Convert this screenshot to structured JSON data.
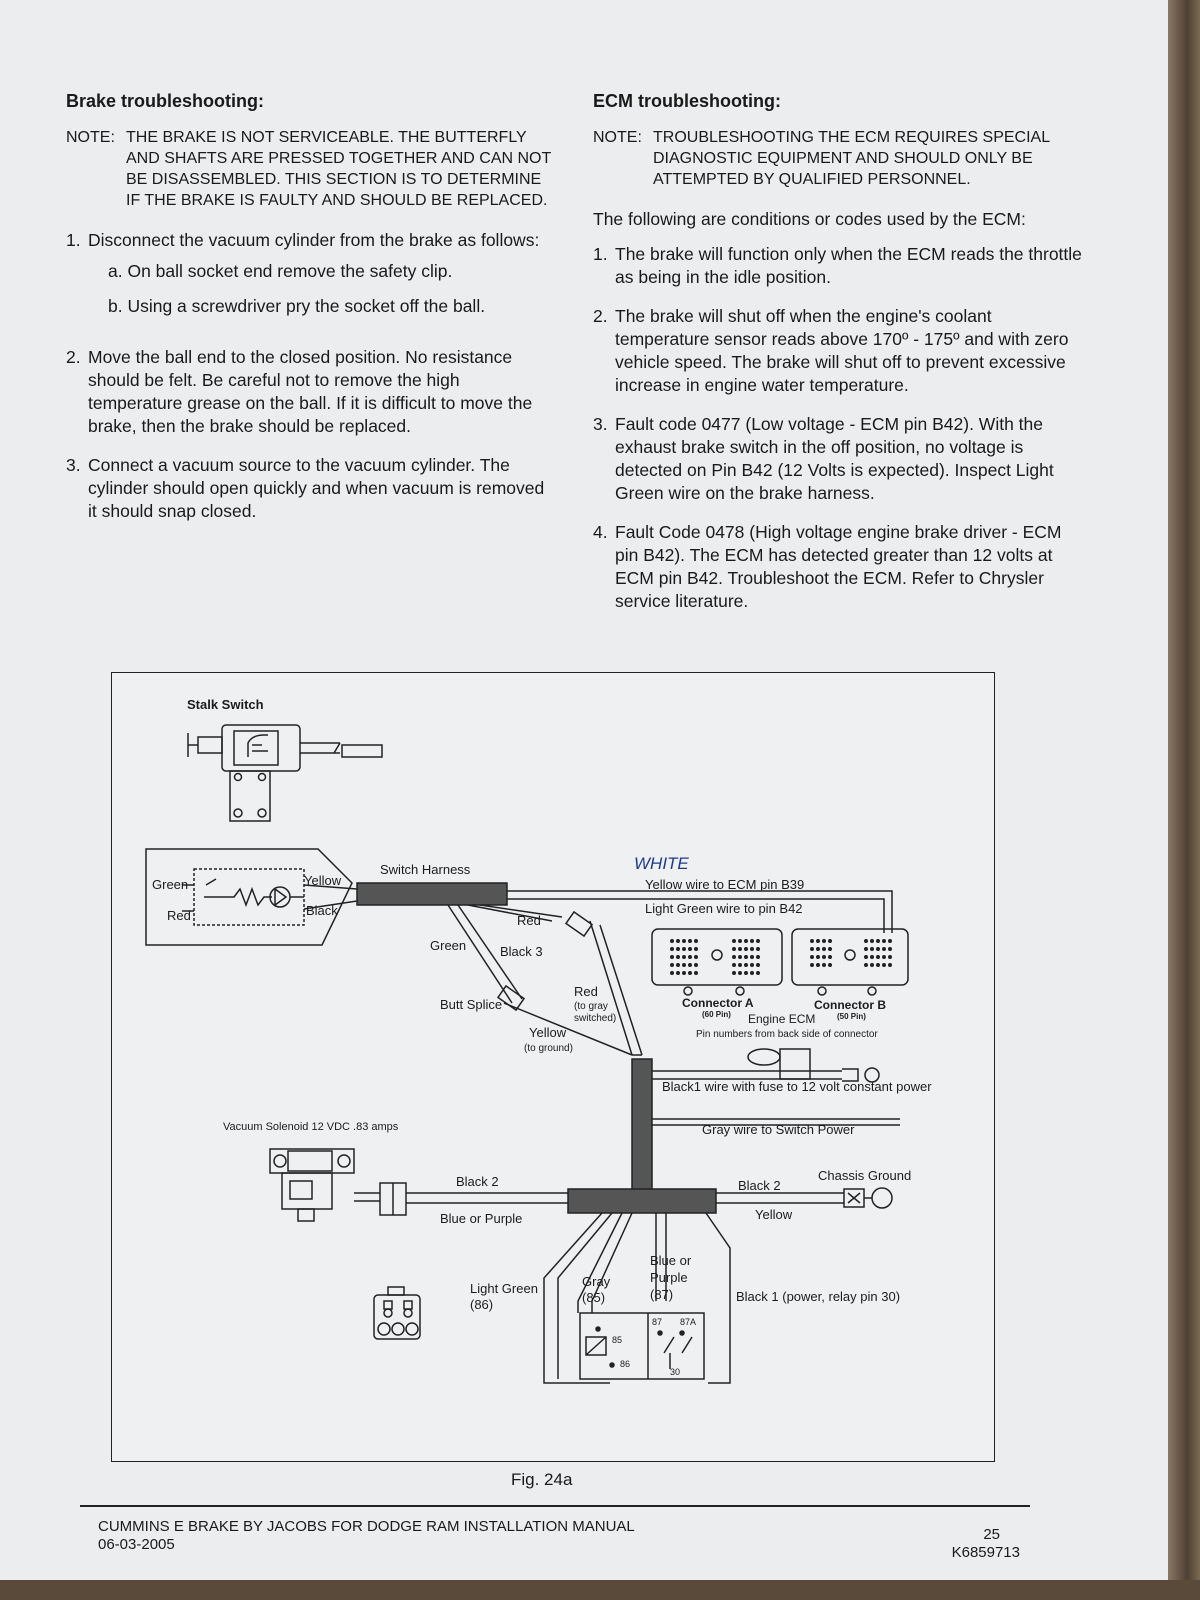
{
  "brake": {
    "heading": "Brake troubleshooting:",
    "note_label": "NOTE:",
    "note_text": "THE BRAKE  IS NOT SERVICEABLE. THE BUTTERFLY AND SHAFTS ARE PRESSED TOGETHER AND CAN NOT BE DISASSEMBLED. THIS SECTION IS TO DETERMINE IF THE BRAKE IS FAULTY AND SHOULD BE REPLACED.",
    "steps": [
      {
        "num": "1.",
        "text": "Disconnect the vacuum cylinder from the brake as follows:"
      },
      {
        "num": "2.",
        "text": "Move the ball end to the closed position. No resistance should be felt. Be careful not to remove the high temperature grease on the ball. If it is difficult to move the brake, then the brake should be replaced."
      },
      {
        "num": "3.",
        "text": "Connect a vacuum source to the vacuum cylinder. The cylinder should open quickly and when vacuum is removed it should snap closed."
      }
    ],
    "substeps": [
      "a. On ball socket end remove the safety clip.",
      "b. Using a screwdriver pry the socket off the ball."
    ]
  },
  "ecm": {
    "heading": "ECM troubleshooting:",
    "note_label": "NOTE:",
    "note_text": "TROUBLESHOOTING THE ECM REQUIRES SPECIAL DIAGNOSTIC EQUIPMENT AND SHOULD ONLY BE ATTEMPTED BY QUALIFIED PERSONNEL.",
    "intro": "The following are conditions or codes used by the ECM:",
    "steps": [
      {
        "num": "1.",
        "text": "The brake will function only when the ECM reads the throttle as being in the idle position."
      },
      {
        "num": "2.",
        "text": "The brake will shut off when the engine's coolant temperature sensor reads above 170º - 175º and with zero vehicle speed. The brake will shut off to prevent excessive increase in engine water temperature."
      },
      {
        "num": "3.",
        "text": "Fault code 0477 (Low voltage - ECM pin B42). With the exhaust brake switch in the off position, no voltage is detected on Pin B42 (12 Volts is expected). Inspect Light Green wire on the brake harness."
      },
      {
        "num": "4.",
        "text": "Fault Code 0478 (High voltage engine brake driver - ECM pin B42). The ECM has detected greater than 12 volts at ECM pin B42. Troubleshoot the ECM. Refer to Chrysler service literature."
      }
    ]
  },
  "diagram": {
    "stalk_switch": "Stalk Switch",
    "switch_harness": "Switch Harness",
    "green": "Green",
    "yellow": "Yellow",
    "red": "Red",
    "black": "Black",
    "red_wire": "Red",
    "green_wire": "Green",
    "black3": "Black 3",
    "butt_splice": "Butt Splice",
    "red_gray": "Red",
    "to_gray": "(to gray",
    "switched": "switched)",
    "yellow_ground": "Yellow",
    "to_ground": "(to ground)",
    "handwritten": "WHITE",
    "yellow_b39": "Yellow wire to ECM pin B39",
    "lightgreen_b42": "Light Green wire to pin B42",
    "connector_a": "Connector A",
    "connector_a_pins": "(60 Pin)",
    "connector_b": "Connector B",
    "connector_b_pins": "(50 Pin)",
    "engine_ecm": "Engine ECM",
    "pin_numbers": "Pin numbers from back side of connector",
    "black1_fuse": "Black1 wire with fuse to 12 volt constant power",
    "gray_switch": "Gray wire to Switch Power",
    "vacuum_solenoid": "Vacuum Solenoid 12 VDC .83 amps",
    "black2_left": "Black 2",
    "blue_purple_left": "Blue or Purple",
    "black2_right": "Black 2",
    "chassis_ground": "Chassis Ground",
    "yellow_right": "Yellow",
    "light_green": "Light Green",
    "pin86": "(86)",
    "gray": "Gray",
    "pin85": "(85)",
    "blue_or": "Blue or",
    "purple": "Purple",
    "pin87": "(87)",
    "black1_relay": "Black 1 (power, relay pin 30)",
    "r85": "85",
    "r86": "86",
    "r87": "87",
    "r87a": "87A",
    "r30": "30"
  },
  "caption": "Fig. 24a",
  "footer": {
    "title": "CUMMINS E BRAKE BY JACOBS FOR DODGE RAM INSTALLATION MANUAL",
    "date": "06-03-2005",
    "page": "25",
    "part": "K6859713"
  }
}
